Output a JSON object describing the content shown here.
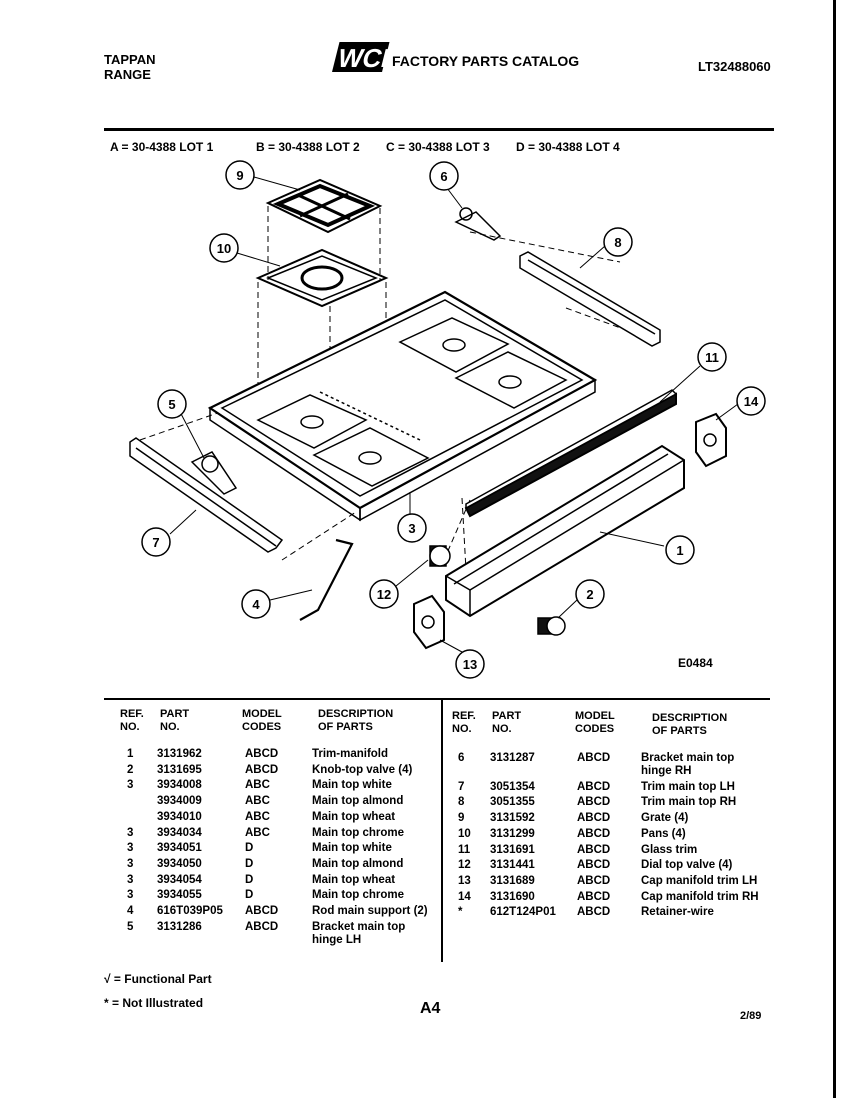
{
  "header": {
    "brand_line1": "TAPPAN",
    "brand_line2": "RANGE",
    "logo_text": "WCI",
    "catalog_title": "FACTORY PARTS CATALOG",
    "model_number": "LT32488060"
  },
  "lots": [
    "A = 30-4388 LOT 1",
    "B = 30-4388 LOT 2",
    "C = 30-4388 LOT 3",
    "D = 30-4388 LOT 4"
  ],
  "diagram": {
    "code": "E0484",
    "callouts": [
      "9",
      "6",
      "10",
      "8",
      "5",
      "11",
      "14",
      "7",
      "3",
      "1",
      "12",
      "2",
      "4",
      "13"
    ]
  },
  "table_headers": {
    "ref": "REF. NO.",
    "part": "PART NO.",
    "codes": "MODEL CODES",
    "desc": "DESCRIPTION OF PARTS"
  },
  "left_rows": [
    {
      "ref": "1",
      "part": "3131962",
      "codes": "ABCD",
      "desc": "Trim-manifold"
    },
    {
      "ref": "2",
      "part": "3131695",
      "codes": "ABCD",
      "desc": "Knob-top valve (4)"
    },
    {
      "ref": "3",
      "part": "3934008",
      "codes": "ABC",
      "desc": "Main top white"
    },
    {
      "ref": "",
      "part": "3934009",
      "codes": "ABC",
      "desc": "Main top almond"
    },
    {
      "ref": "",
      "part": "3934010",
      "codes": "ABC",
      "desc": "Main top wheat"
    },
    {
      "ref": "3",
      "part": "3934034",
      "codes": "ABC",
      "desc": "Main top chrome"
    },
    {
      "ref": "3",
      "part": "3934051",
      "codes": "D",
      "desc": "Main top white"
    },
    {
      "ref": "3",
      "part": "3934050",
      "codes": "D",
      "desc": "Main top almond"
    },
    {
      "ref": "3",
      "part": "3934054",
      "codes": "D",
      "desc": "Main top wheat"
    },
    {
      "ref": "3",
      "part": "3934055",
      "codes": "D",
      "desc": "Main top chrome"
    },
    {
      "ref": "4",
      "part": "616T039P05",
      "codes": "ABCD",
      "desc": "Rod main support (2)"
    },
    {
      "ref": "5",
      "part": "3131286",
      "codes": "ABCD",
      "desc": "Bracket main top hinge LH"
    }
  ],
  "right_rows": [
    {
      "ref": "6",
      "part": "3131287",
      "codes": "ABCD",
      "desc": "Bracket main top hinge RH"
    },
    {
      "ref": "7",
      "part": "3051354",
      "codes": "ABCD",
      "desc": "Trim main top LH"
    },
    {
      "ref": "8",
      "part": "3051355",
      "codes": "ABCD",
      "desc": "Trim main top RH"
    },
    {
      "ref": "9",
      "part": "3131592",
      "codes": "ABCD",
      "desc": "Grate (4)"
    },
    {
      "ref": "10",
      "part": "3131299",
      "codes": "ABCD",
      "desc": "Pans (4)"
    },
    {
      "ref": "11",
      "part": "3131691",
      "codes": "ABCD",
      "desc": "Glass trim"
    },
    {
      "ref": "12",
      "part": "3131441",
      "codes": "ABCD",
      "desc": "Dial top valve (4)"
    },
    {
      "ref": "13",
      "part": "3131689",
      "codes": "ABCD",
      "desc": "Cap manifold trim LH"
    },
    {
      "ref": "14",
      "part": "3131690",
      "codes": "ABCD",
      "desc": "Cap manifold trim RH"
    },
    {
      "ref": "*",
      "part": "612T124P01",
      "codes": "ABCD",
      "desc": "Retainer-wire"
    }
  ],
  "footer": {
    "functional": "√ = Functional Part",
    "not_illustrated": "* = Not Illustrated",
    "page": "A4",
    "date": "2/89"
  }
}
